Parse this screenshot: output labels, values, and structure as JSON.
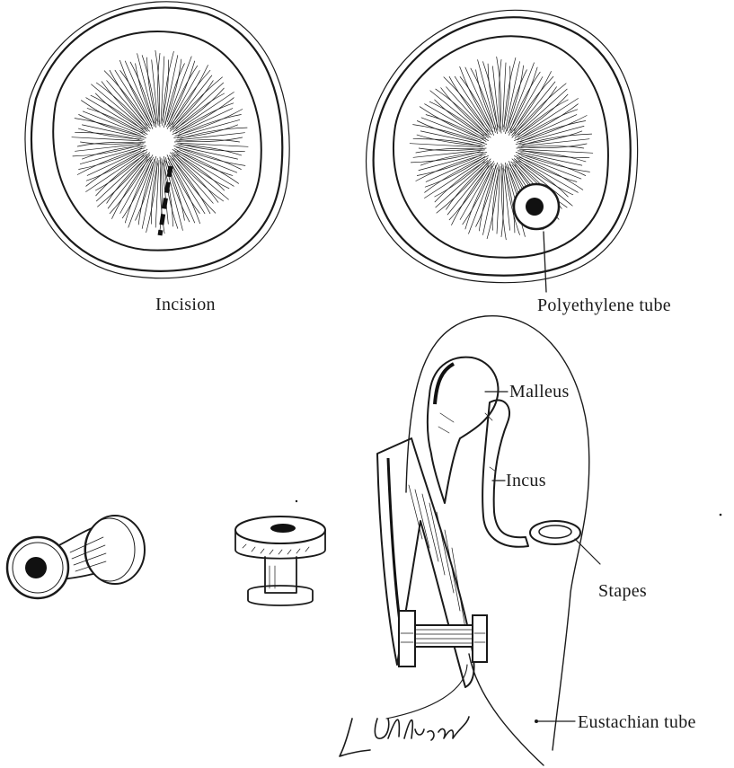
{
  "labels": {
    "incision": "Incision",
    "polyethylene_tube": "Polyethylene tube",
    "malleus": "Malleus",
    "incus": "Incus",
    "stapes": "Stapes",
    "eustachian_tube": "Eustachian tube"
  },
  "signature": "L Ullison",
  "ink_color": "#1a1a1a"
}
